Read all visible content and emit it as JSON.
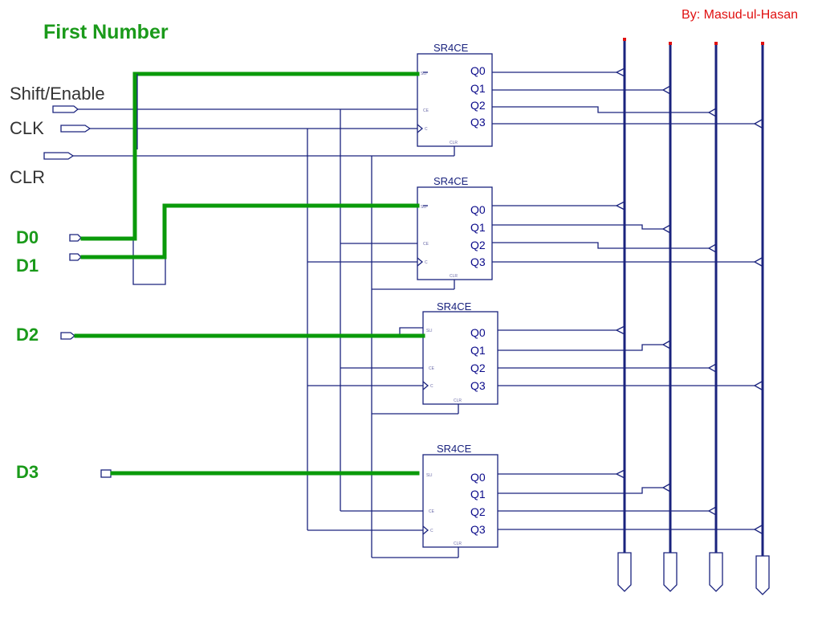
{
  "title": "First Number",
  "author": "By: Masud-ul-Hasan",
  "signals": {
    "shift_enable": "Shift/Enable",
    "clk": "CLK",
    "clr": "CLR"
  },
  "data_inputs": [
    "D0",
    "D1",
    "D2",
    "D3"
  ],
  "registers": [
    {
      "name": "SR4CE",
      "outputs": [
        "Q0",
        "Q1",
        "Q2",
        "Q3"
      ]
    },
    {
      "name": "SR4CE",
      "outputs": [
        "Q0",
        "Q1",
        "Q2",
        "Q3"
      ]
    },
    {
      "name": "SR4CE",
      "outputs": [
        "Q0",
        "Q1",
        "Q2",
        "Q3"
      ]
    },
    {
      "name": "SR4CE",
      "outputs": [
        "Q0",
        "Q1",
        "Q2",
        "Q3"
      ]
    }
  ],
  "colors": {
    "wire": "#1a237e",
    "highlight": "#0a9a0a",
    "title": "#1a9a1a",
    "author": "#e01010"
  }
}
